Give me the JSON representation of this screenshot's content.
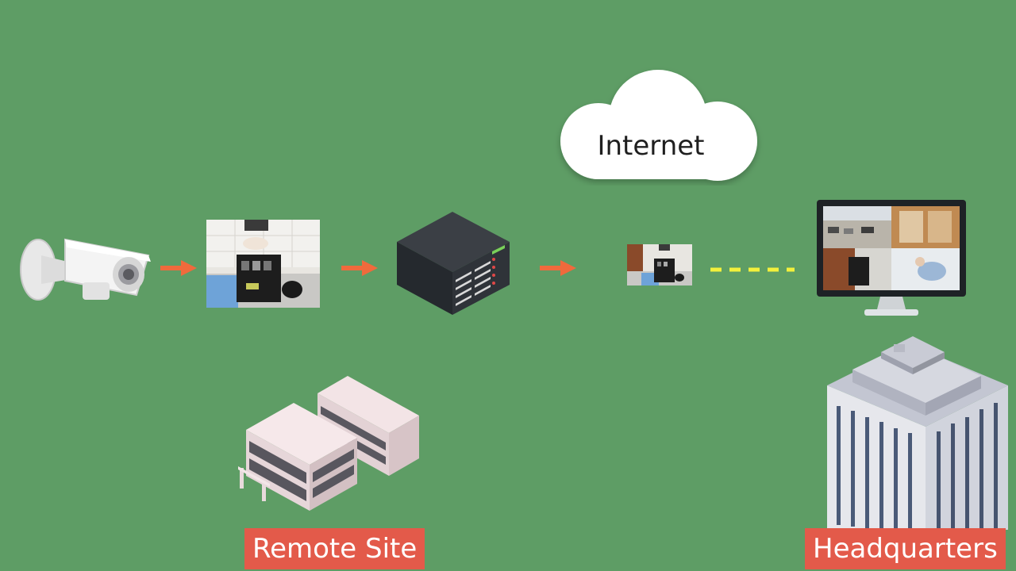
{
  "labels": {
    "cloud": "Internet",
    "remote_site": "Remote Site",
    "headquarters": "Headquarters"
  },
  "colors": {
    "background": "#5e9d65",
    "arrow": "#f06a3c",
    "dashed_link": "#f2f03c",
    "label_bg": "#e35a4a",
    "label_text": "#ffffff"
  },
  "icons": [
    "security-camera-icon",
    "video-feed-thumbnail",
    "recorder-server-icon",
    "video-stream-thumbnail",
    "monitor-icon",
    "remote-site-building-icon",
    "headquarters-tower-icon",
    "cloud-icon"
  ]
}
